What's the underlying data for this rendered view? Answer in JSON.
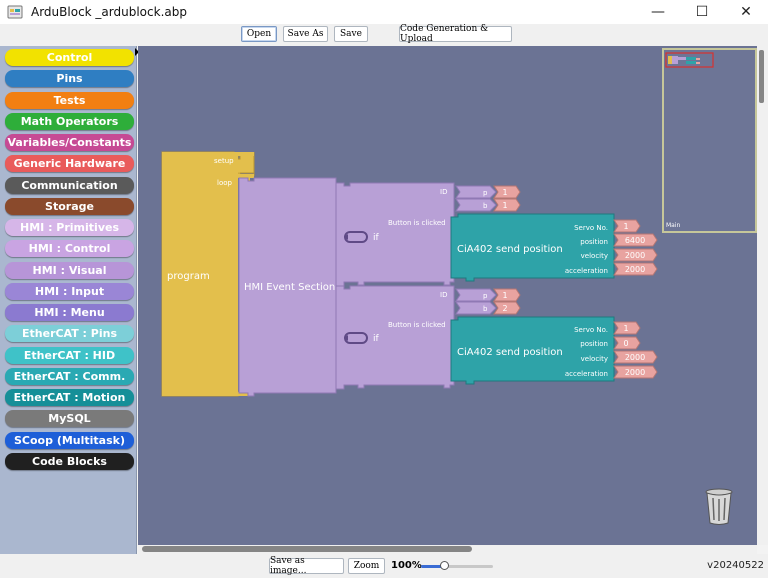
{
  "window": {
    "title": "ArduBlock _ardublock.abp",
    "minimize_label": "—",
    "maximize_label": "☐",
    "close_label": "✕"
  },
  "toolbar": {
    "open_label": "Open",
    "save_as_label": "Save As",
    "save_label": "Save",
    "codegen_label": "Code Generation & Upload"
  },
  "palette": {
    "categories": [
      {
        "label": "Control",
        "color": "#f2e200",
        "text": "#ffffff"
      },
      {
        "label": "Pins",
        "color": "#2f7ec2",
        "text": "#ffffff"
      },
      {
        "label": "Tests",
        "color": "#f27f12",
        "text": "#ffffff"
      },
      {
        "label": "Math Operators",
        "color": "#2eae3a",
        "text": "#ffffff"
      },
      {
        "label": "Variables/Constants",
        "color": "#c64a94",
        "text": "#ffffff"
      },
      {
        "label": "Generic Hardware",
        "color": "#e95b5b",
        "text": "#ffffff"
      },
      {
        "label": "Communication",
        "color": "#5a5a5a",
        "text": "#ffffff"
      },
      {
        "label": "Storage",
        "color": "#8a4a2c",
        "text": "#ffffff"
      },
      {
        "label": "HMI : Primitives",
        "color": "#d6b6e8",
        "text": "#ffffff"
      },
      {
        "label": "HMI : Control",
        "color": "#c9a4e2",
        "text": "#ffffff"
      },
      {
        "label": "HMI : Visual",
        "color": "#b795d8",
        "text": "#ffffff"
      },
      {
        "label": "HMI : Input",
        "color": "#9a86d6",
        "text": "#ffffff"
      },
      {
        "label": "HMI : Menu",
        "color": "#8b7ad0",
        "text": "#ffffff"
      },
      {
        "label": "EtherCAT : Pins",
        "color": "#7dcfd8",
        "text": "#ffffff"
      },
      {
        "label": "EtherCAT : HID",
        "color": "#3fc2c8",
        "text": "#ffffff"
      },
      {
        "label": "EtherCAT : Comm.",
        "color": "#2aa9b3",
        "text": "#ffffff"
      },
      {
        "label": "EtherCAT : Motion",
        "color": "#158f98",
        "text": "#ffffff"
      },
      {
        "label": "MySQL",
        "color": "#7a7a7a",
        "text": "#ffffff"
      },
      {
        "label": "SCoop (Multitask)",
        "color": "#1e5fd8",
        "text": "#ffffff"
      },
      {
        "label": "Code Blocks",
        "color": "#202020",
        "text": "#ffffff"
      }
    ]
  },
  "blocks": {
    "program_label": "program",
    "setup_label": "setup",
    "loop_label": "loop",
    "hmi_event_label": "HMI Event Section",
    "if_label": "if",
    "id_label": "ID",
    "button_clicked_label": "Button is clicked",
    "p_label": "p",
    "b_label": "b",
    "cia_label": "CiA402 send position",
    "servo_label": "Servo No.",
    "position_label": "position",
    "velocity_label": "velocity",
    "accel_label": "acceleration",
    "branch1": {
      "p": "1",
      "b": "1",
      "servo": "1",
      "position": "6400",
      "velocity": "2000",
      "accel": "2000"
    },
    "branch2": {
      "p": "1",
      "b": "2",
      "servo": "1",
      "position": "0",
      "velocity": "2000",
      "accel": "2000"
    },
    "colors": {
      "program": "#e3bf4c",
      "hmi": "#b8a0d6",
      "cia": "#2ea3a8",
      "number": "#e8a3a0",
      "canvas": "#6b7394"
    }
  },
  "minimap": {
    "label": "Main"
  },
  "bottombar": {
    "save_image_label": "Save as image...",
    "zoom_label": "Zoom",
    "zoom_value": "100%",
    "zoom_slider_fraction": 0.33,
    "version": "v20240522"
  }
}
